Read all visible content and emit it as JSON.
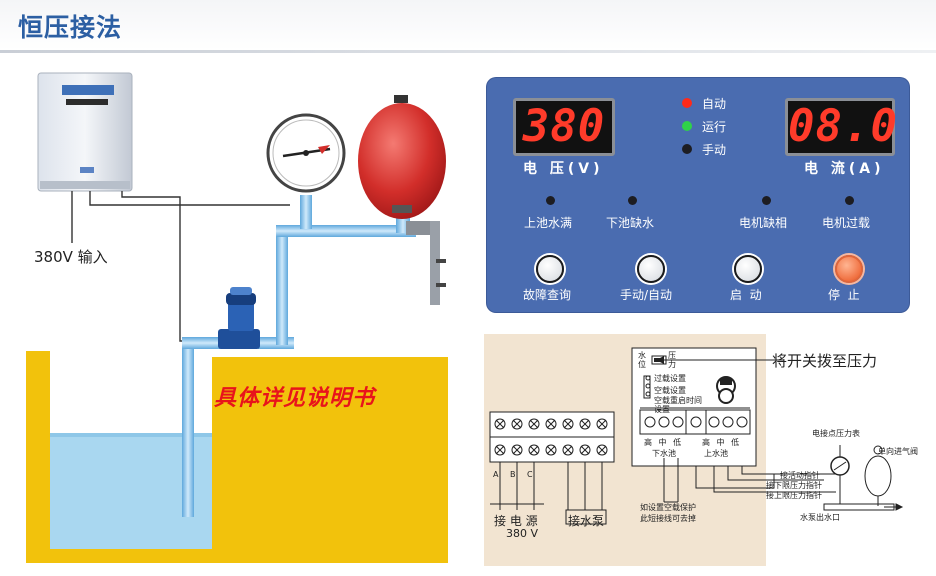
{
  "title": "恒压接法",
  "left": {
    "input_label": "380V 输入",
    "note": "具体详见说明书"
  },
  "panel": {
    "voltage_value": "380",
    "voltage_label": "电 压(V)",
    "current_value": "08.0",
    "current_label": "电 流(A)",
    "lamps": [
      {
        "label": "自动",
        "color": "#ff2a1a"
      },
      {
        "label": "运行",
        "color": "#2fd24a"
      },
      {
        "label": "手动",
        "color": "#1d1d22"
      }
    ],
    "indicators": [
      "上池水满",
      "下池缺水",
      "电机缺相",
      "电机过载"
    ],
    "buttons": [
      "故障查询",
      "手动/自动",
      "启  动",
      "停  止"
    ]
  },
  "wiring": {
    "switch_callout": "将开关拨至压力",
    "switch_left": "水位",
    "switch_right": "压力",
    "settings": [
      "过载设置",
      "空载设置",
      "空载重启时间设置"
    ],
    "lower_pool_terms": "高 中 低",
    "upper_pool_terms": "高 中 低",
    "lower_pool": "下水池",
    "upper_pool": "上水池",
    "abc": [
      "A",
      "B",
      "C"
    ],
    "power_label": "接 电 源",
    "power_voltage": "380 V",
    "pump_label": "接水泵",
    "protect_note_1": "如设置空载保护",
    "protect_note_2": "此短接线可去掉",
    "gauge_title": "电接点压力表",
    "valve_label": "单向进气阀",
    "needle_1": "接活动指针",
    "needle_2": "接下限压力指针",
    "needle_3": "接上限压力指针",
    "outlet": "水泵出水口"
  }
}
